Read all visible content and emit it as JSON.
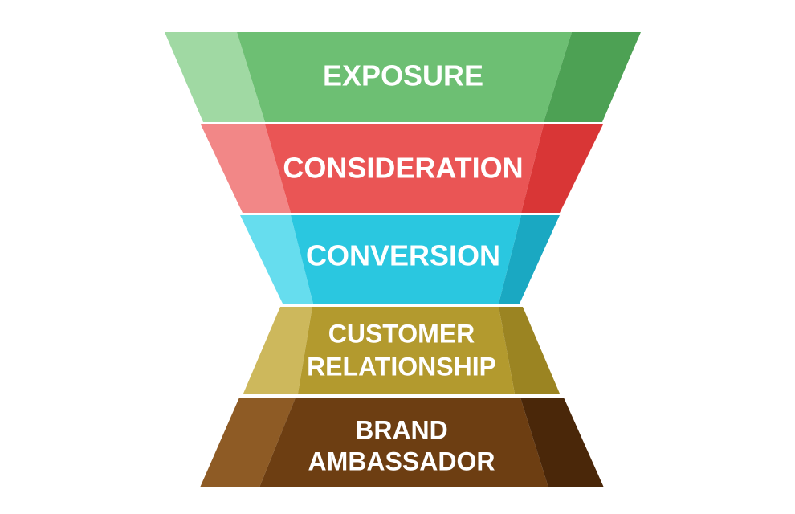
{
  "funnel": {
    "tiers": [
      {
        "lines": [
          "EXPOSURE"
        ],
        "colors": {
          "main": "#6DBF73",
          "left": "#A0D9A3",
          "right": "#4DA154"
        }
      },
      {
        "lines": [
          "CONSIDERATION"
        ],
        "colors": {
          "main": "#EA5555",
          "left": "#F28787",
          "right": "#D93636"
        }
      },
      {
        "lines": [
          "CONVERSION"
        ],
        "colors": {
          "main": "#2AC7E0",
          "left": "#66DDEE",
          "right": "#1AA8C2"
        }
      },
      {
        "lines": [
          "CUSTOMER",
          "RELATIONSHIP"
        ],
        "colors": {
          "main": "#B39A2E",
          "left": "#CDB85C",
          "right": "#9B8422"
        }
      },
      {
        "lines": [
          "BRAND",
          "AMBASSADOR"
        ],
        "colors": {
          "main": "#6D3E12",
          "left": "#8E5B25",
          "right": "#4A2709"
        }
      }
    ]
  }
}
